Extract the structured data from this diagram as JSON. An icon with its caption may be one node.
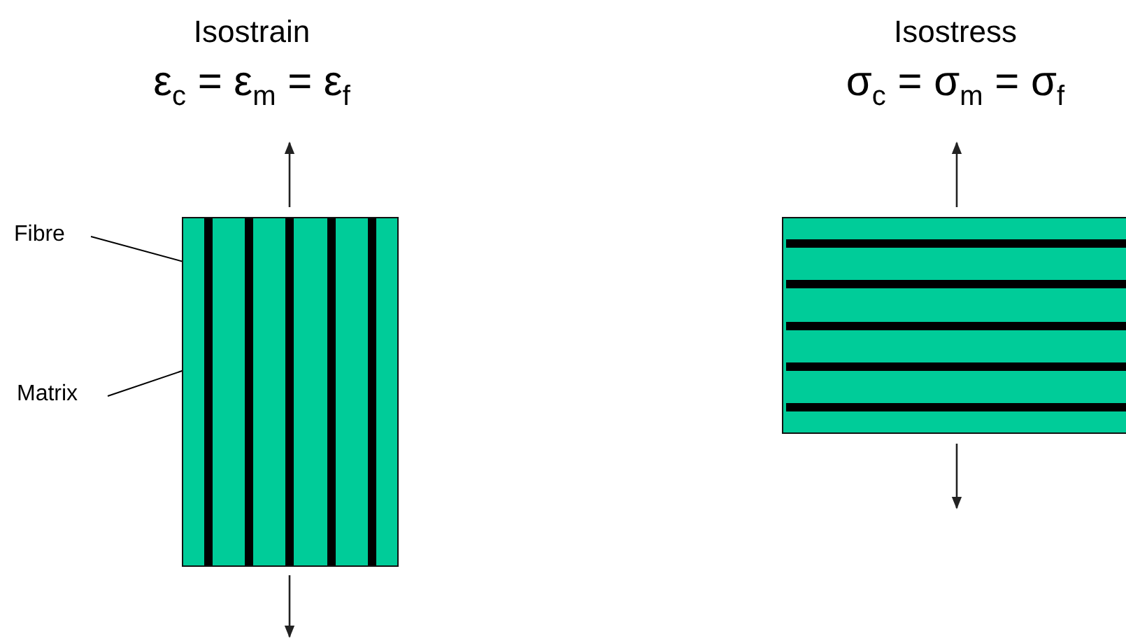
{
  "diagram": {
    "nodes": [
      {
        "text": [
          "Fibre"
        ]
      },
      {
        "text": [],
        "shape": "box"
      },
      {
        "text": [],
        "shape": "bar",
        "in": 1
      },
      {
        "text": [
          "Matrix"
        ]
      }
    ],
    "edges": [
      {
        "from": 0,
        "to": 2,
        "arrow": "none"
      },
      {
        "from": 3,
        "to": 1,
        "arrow": "none"
      }
    ],
    "labels": [
      "Isostrain",
      "ε$_{c}$ = ε$_{m}$ = ε$_{f}$",
      "Isostress",
      "σ$_{c}$ = σ$_{m}$ = σ$_{f}$"
    ]
  }
}
